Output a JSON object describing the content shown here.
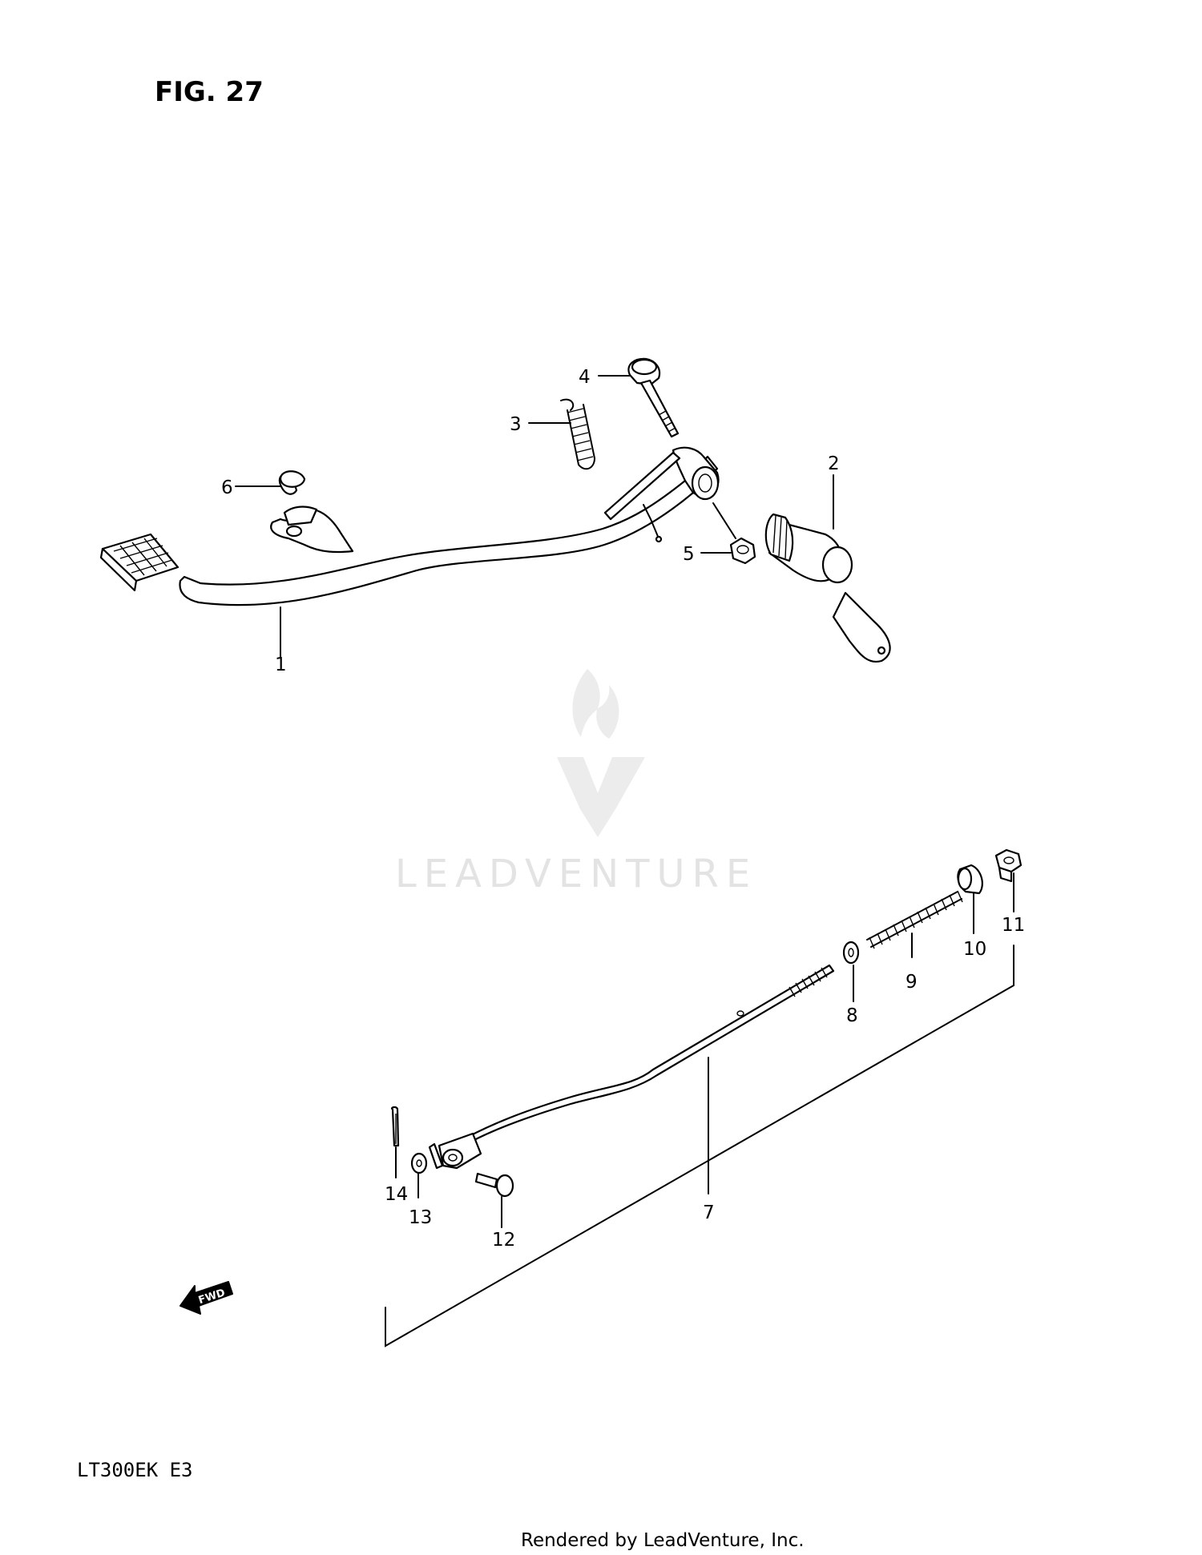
{
  "figure_title": "FIG. 27",
  "model_code": "LT300EK  E3",
  "footer_text": "Rendered by LeadVenture, Inc.",
  "watermark": {
    "brand": "LEADVENTURE",
    "color": "#e3e3e3"
  },
  "fwd_arrow_label": "FWD",
  "callouts": [
    {
      "id": "1",
      "label": "1",
      "part": "brake pedal"
    },
    {
      "id": "2",
      "label": "2",
      "part": "shaft with lever"
    },
    {
      "id": "3",
      "label": "3",
      "part": "spring"
    },
    {
      "id": "4",
      "label": "4",
      "part": "bolt"
    },
    {
      "id": "5",
      "label": "5",
      "part": "nut"
    },
    {
      "id": "6",
      "label": "6",
      "part": "cap"
    },
    {
      "id": "7",
      "label": "7",
      "part": "brake rod"
    },
    {
      "id": "8",
      "label": "8",
      "part": "washer"
    },
    {
      "id": "9",
      "label": "9",
      "part": "spring"
    },
    {
      "id": "10",
      "label": "10",
      "part": "joint"
    },
    {
      "id": "11",
      "label": "11",
      "part": "nut"
    },
    {
      "id": "12",
      "label": "12",
      "part": "pin"
    },
    {
      "id": "13",
      "label": "13",
      "part": "washer"
    },
    {
      "id": "14",
      "label": "14",
      "part": "cotter pin"
    }
  ]
}
